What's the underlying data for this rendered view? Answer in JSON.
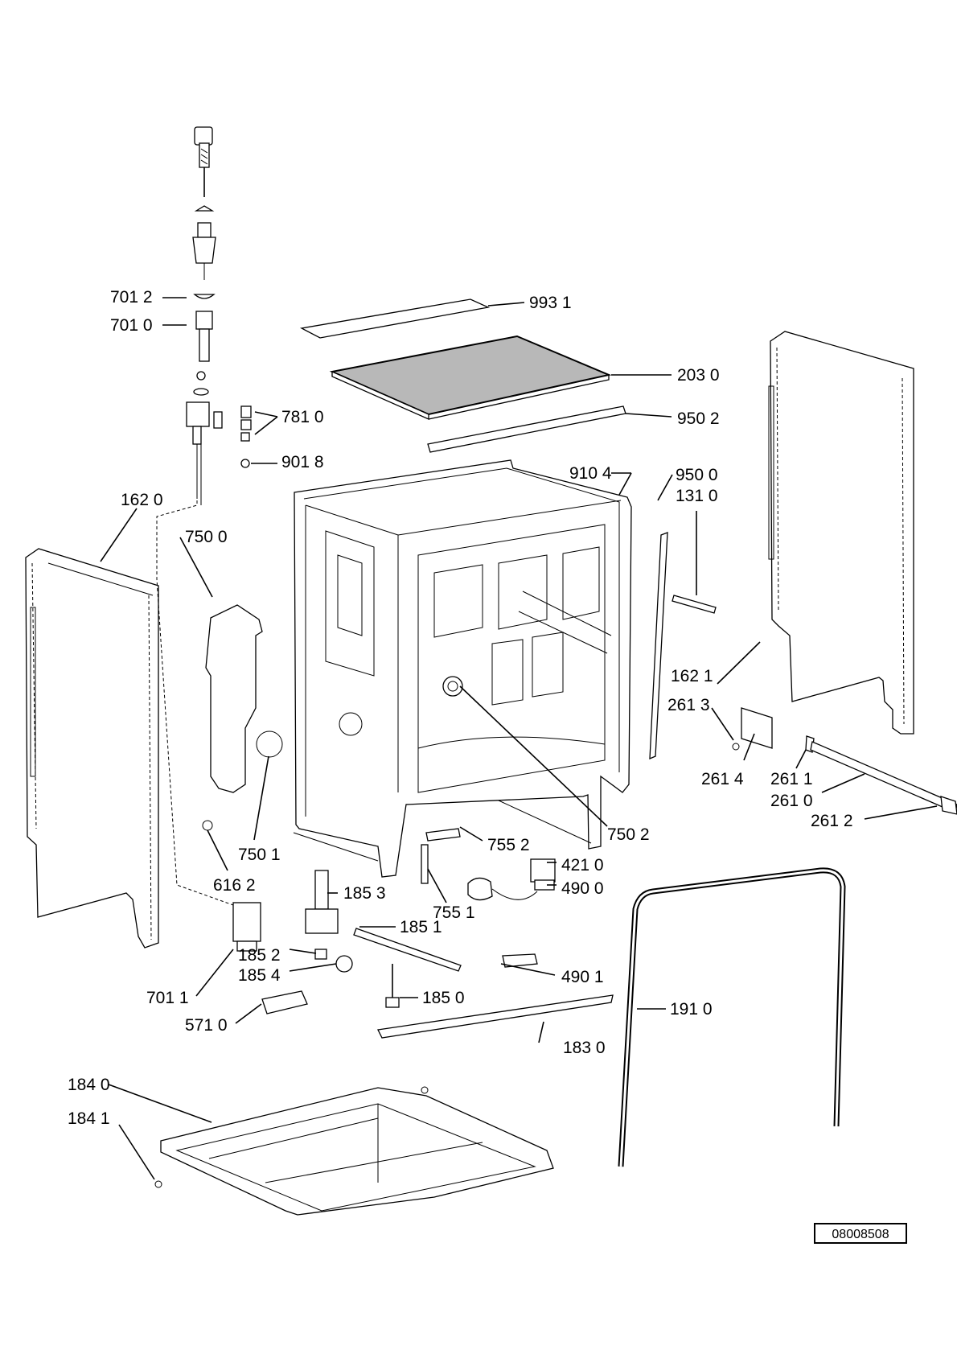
{
  "labels": {
    "l7012": "701 2",
    "l7010": "701 0",
    "l9931": "993 1",
    "l2030": "203 0",
    "l7810": "781 0",
    "l9502": "950 2",
    "l9018": "901 8",
    "l9104": "910 4",
    "l9500": "950 0",
    "l1310": "131 0",
    "l1620": "162 0",
    "l7500": "750 0",
    "l1621": "162 1",
    "l2613": "261 3",
    "l2614": "261 4",
    "l2611": "261 1",
    "l2610": "261 0",
    "l2612": "261 2",
    "l7502": "750 2",
    "l7552": "755 2",
    "l7501": "750 1",
    "l6162": "616 2",
    "l4210": "421 0",
    "l4900": "490 0",
    "l1853": "185 3",
    "l7551": "755 1",
    "l1851": "185 1",
    "l1852": "185 2",
    "l1854": "185 4",
    "l7011": "701 1",
    "l4901": "490 1",
    "l1850": "185 0",
    "l1910": "191 0",
    "l5710": "571 0",
    "l1830": "183 0",
    "l1840": "184 0",
    "l1841": "184 1"
  },
  "document_number": "08008508"
}
